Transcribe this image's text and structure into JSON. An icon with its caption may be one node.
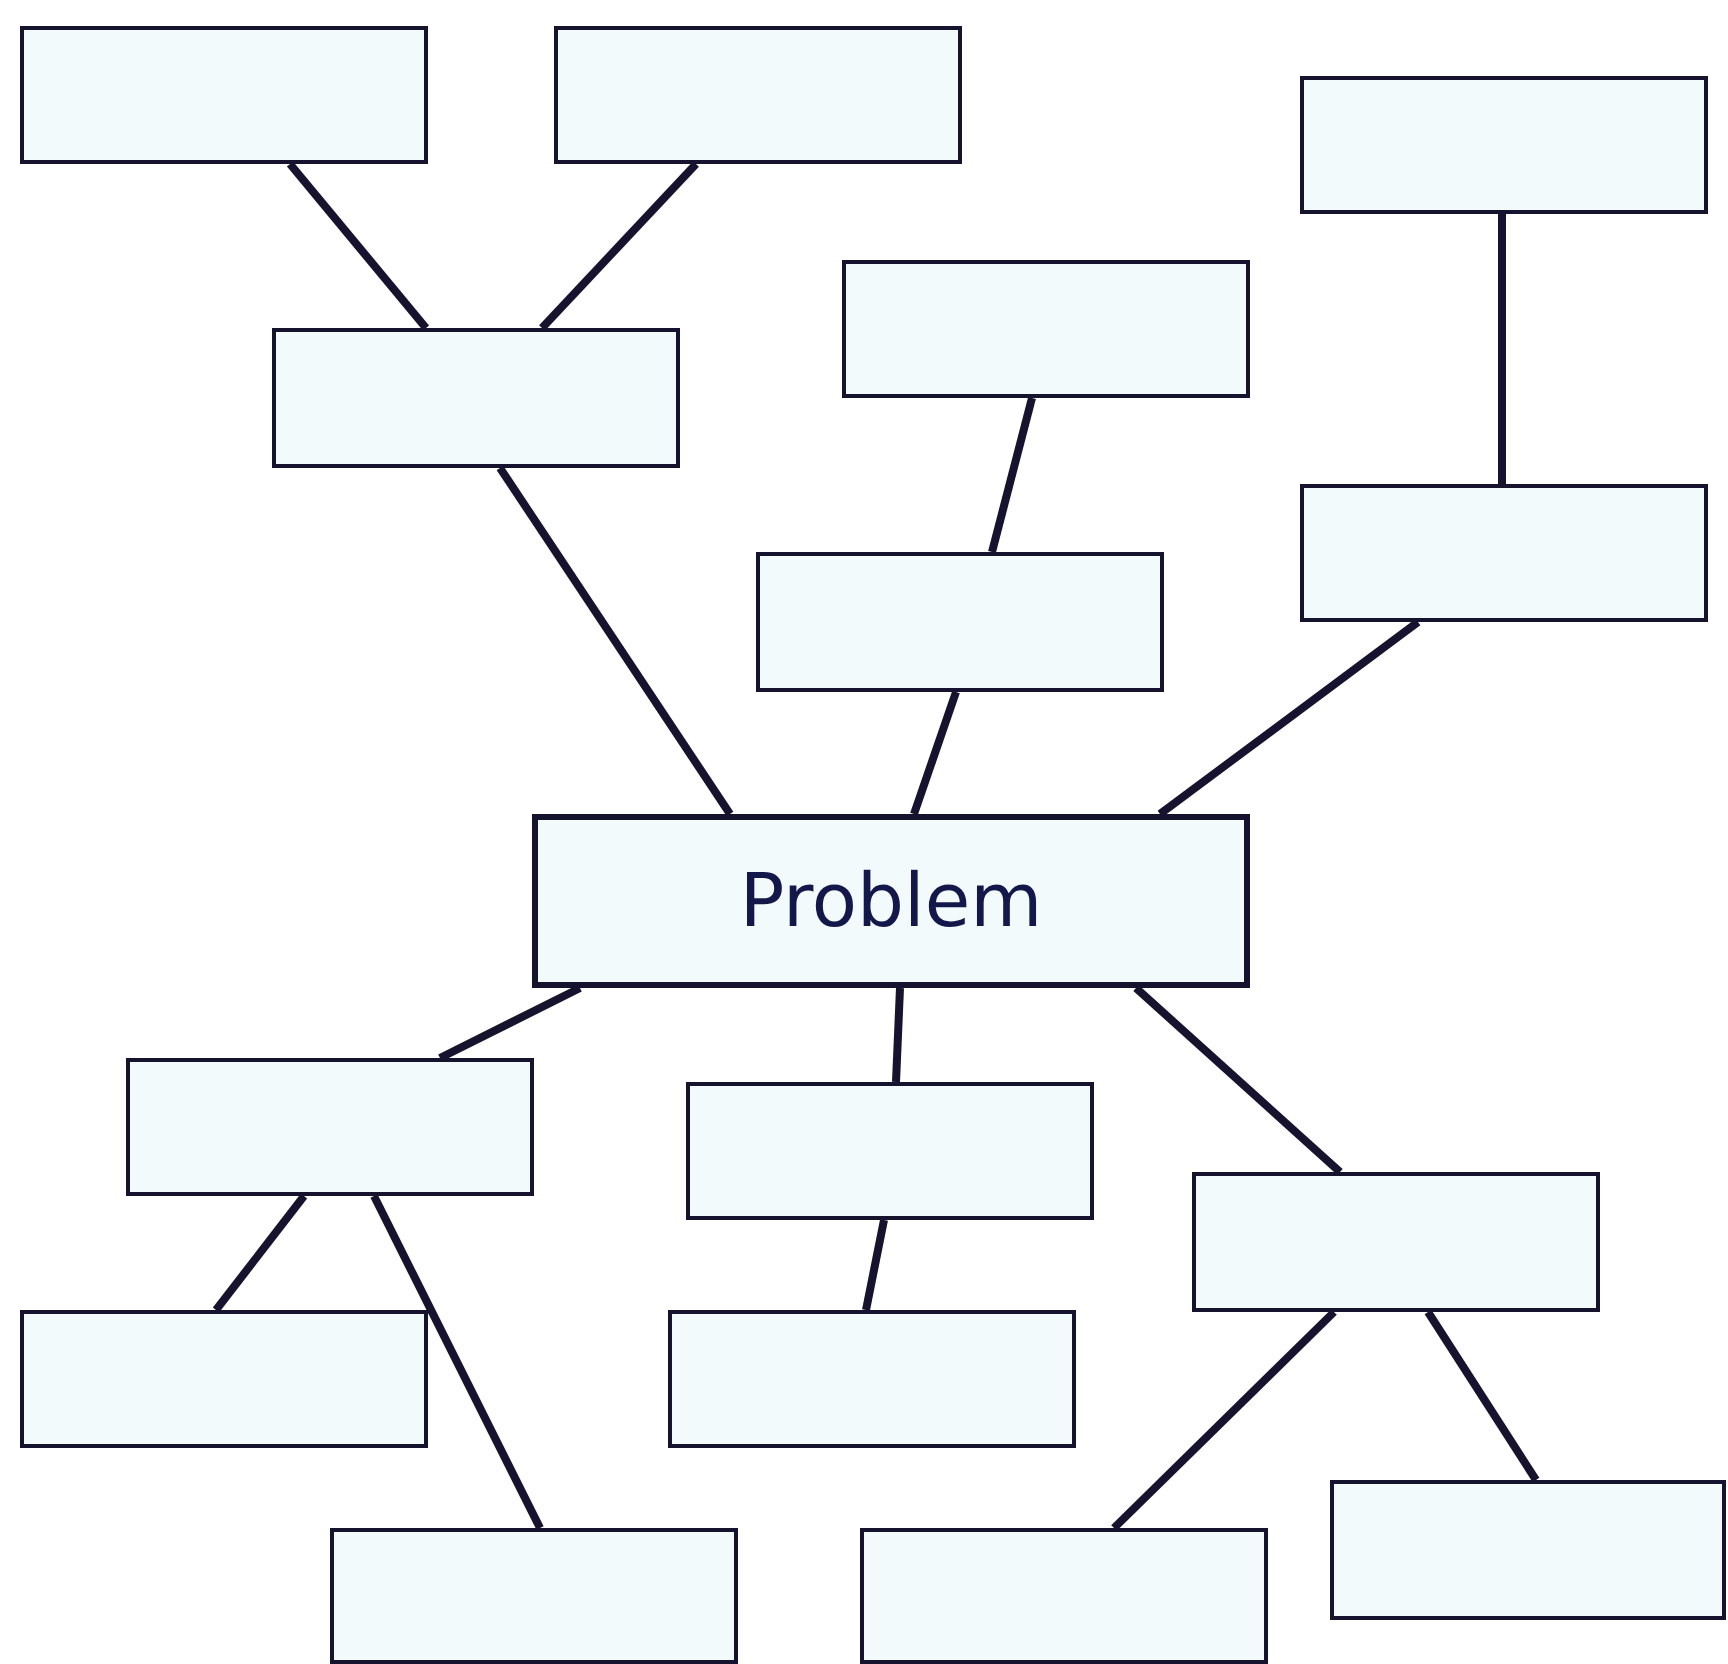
{
  "diagram": {
    "nodes": [
      {
        "text": [],
        "shape": "box"
      },
      {
        "text": [],
        "shape": "box"
      },
      {
        "text": [],
        "shape": "box"
      },
      {
        "text": [],
        "shape": "box"
      },
      {
        "text": [],
        "shape": "box"
      },
      {
        "text": [],
        "shape": "box"
      },
      {
        "text": [],
        "shape": "box"
      },
      {
        "text": [
          "Problem"
        ]
      },
      {
        "text": [],
        "shape": "box"
      },
      {
        "text": [],
        "shape": "box"
      },
      {
        "text": [],
        "shape": "box"
      },
      {
        "text": [],
        "shape": "box"
      },
      {
        "text": [],
        "shape": "box"
      },
      {
        "text": [],
        "shape": "box"
      },
      {
        "text": [],
        "shape": "box"
      },
      {
        "text": [],
        "shape": "box"
      }
    ],
    "edges": [
      {
        "from": 0,
        "to": 4,
        "arrow": "none"
      },
      {
        "from": 1,
        "to": 4,
        "arrow": "none"
      },
      {
        "from": 4,
        "to": 7,
        "arrow": "none"
      },
      {
        "from": 2,
        "to": 5,
        "arrow": "none"
      },
      {
        "from": 3,
        "to": 6,
        "arrow": "none"
      },
      {
        "from": 6,
        "to": 7,
        "arrow": "none"
      },
      {
        "from": 5,
        "to": 7,
        "arrow": "none"
      },
      {
        "from": 7,
        "to": 8,
        "arrow": "none"
      },
      {
        "from": 7,
        "to": 9,
        "arrow": "none"
      },
      {
        "from": 7,
        "to": 10,
        "arrow": "none"
      },
      {
        "from": 8,
        "to": 11,
        "arrow": "none"
      },
      {
        "from": 8,
        "to": 14,
        "arrow": "none"
      },
      {
        "from": 9,
        "to": 12,
        "arrow": "none"
      },
      {
        "from": 10,
        "to": 15,
        "arrow": "none"
      },
      {
        "from": 10,
        "to": 13,
        "arrow": "none"
      }
    ]
  }
}
